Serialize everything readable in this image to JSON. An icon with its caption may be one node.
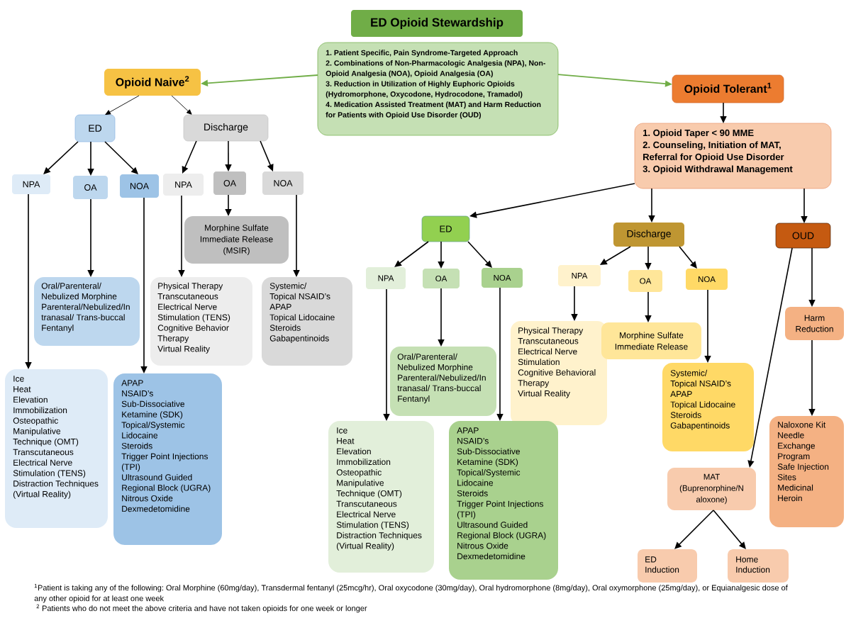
{
  "diagram": {
    "title": "ED Opioid Stewardship",
    "nodes": [
      {
        "text": [
          "1. Patient Specific, Pain Syndrome-Targeted Approach",
          "2. Combinations of Non-Pharmacologic Analgesia (NPA), Non-Opioid Analgesia (NOA), Opioid Analgesia (OA)",
          "3. Reduction in Utilization of Highly Euphoric Opioids (Hydromorphone, Oxycodone, Hydrocodone, Tramadol)",
          "4. Medication Assisted Treatment (MAT) and Harm Reduction for Patients with Opioid Use Disorder (OUD)"
        ]
      },
      {
        "text": [
          "Opioid Naive$^{2}$"
        ]
      },
      {
        "text": [
          "Opioid Tolerant$^{1}$"
        ]
      },
      {
        "text": [
          "ED"
        ]
      },
      {
        "text": [
          "Discharge"
        ]
      },
      {
        "text": [
          "1. Opioid Taper < 90 MME",
          "2. Counseling, Initiation of MAT, Referral for Opioid Use Disorder",
          "3. Opioid Withdrawal Management"
        ]
      },
      {
        "text": [
          "NPA"
        ]
      },
      {
        "text": [
          "OA"
        ]
      },
      {
        "text": [
          "NOA"
        ]
      },
      {
        "text": [
          "NPA"
        ]
      },
      {
        "text": [
          "OA"
        ]
      },
      {
        "text": [
          "NOA"
        ]
      },
      {
        "text": [
          "Morphine Sulfate Immediate Release (MSIR)"
        ]
      },
      {
        "text": [
          "ED"
        ]
      },
      {
        "text": [
          "Discharge"
        ]
      },
      {
        "text": [
          "OUD"
        ]
      },
      {
        "text": [
          "NPA"
        ]
      },
      {
        "text": [
          "OA"
        ]
      },
      {
        "text": [
          "NOA"
        ]
      },
      {
        "text": [
          "NPA"
        ]
      },
      {
        "text": [
          "OA"
        ]
      },
      {
        "text": [
          "NOA"
        ]
      },
      {
        "text": [
          "Oral/Parenteral/ Nebulized Morphine",
          "Parenteral/Nebulized/In tranasal/ Trans-buccal Fentanyl"
        ]
      },
      {
        "text": [
          "Physical Therapy",
          "Transcutaneous Electrical Nerve Stimulation (TENS)",
          "Cognitive Behavior Therapy",
          "Virtual Reality"
        ]
      },
      {
        "text": [
          "Systemic/ Topical NSAID’s",
          "APAP",
          "Topical Lidocaine",
          "Steroids",
          "Gabapentinoids"
        ]
      },
      {
        "text": [
          "Harm Reduction"
        ]
      },
      {
        "text": [
          "Physical Therapy",
          "Transcutaneous Electrical Nerve Stimulation",
          "Cognitive Behavioral Therapy",
          "Virtual Reality"
        ]
      },
      {
        "text": [
          "Morphine Sulfate Immediate Release"
        ]
      },
      {
        "text": [
          "Ice",
          "Heat",
          "Elevation",
          "Immobilization",
          "Osteopathic Manipulative Technique (OMT)",
          "Transcutaneous Electrical Nerve Stimulation (TENS)",
          "Distraction Techniques (Virtual Reality)"
        ]
      },
      {
        "text": [
          "APAP",
          "NSAID’s",
          "Sub-Dissociative Ketamine (SDK)",
          "Topical/Systemic Lidocaine",
          "Steroids",
          "Trigger Point Injections (TPI)",
          "Ultrasound Guided Regional Block (UGRA)",
          "Nitrous Oxide",
          "Dexmedetomidine"
        ]
      },
      {
        "text": [
          "Oral/Parenteral/ Nebulized Morphine",
          "Parenteral/Nebulized/In tranasal/ Trans-buccal Fentanyl"
        ]
      },
      {
        "text": [
          "Systemic/ Topical NSAID’s",
          "APAP",
          "Topical Lidocaine",
          "Steroids",
          "Gabapentinoids"
        ]
      },
      {
        "text": [
          "Naloxone Kit",
          "Needle Exchange Program",
          "Safe Injection Sites",
          "Medicinal Heroin"
        ]
      },
      {
        "text": [
          "Ice",
          "Heat",
          "Elevation",
          "Immobilization",
          "Osteopathic Manipulative Technique (OMT)",
          "Transcutaneous Electrical Nerve Stimulation (TENS)",
          "Distraction Techniques (Virtual Reality)"
        ]
      },
      {
        "text": [
          "APAP",
          "NSAID’s",
          "Sub-Dissociative Ketamine (SDK)",
          "Topical/Systemic Lidocaine",
          "Steroids",
          "Trigger Point Injections (TPI)",
          "Ultrasound Guided Regional Block (UGRA)",
          "Nitrous Oxide",
          "Dexmedetomidine"
        ]
      },
      {
        "text": [
          "MAT (Buprenorphine/N aloxone)"
        ]
      },
      {
        "text": [
          "ED Induction"
        ]
      },
      {
        "text": [
          "Home Induction"
        ]
      }
    ],
    "edges": [
      {
        "from": 0,
        "to": 1,
        "arrow": "to",
        "color": "#70ad47"
      },
      {
        "from": 0,
        "to": 2,
        "arrow": "to",
        "color": "#70ad47"
      },
      {
        "from": 1,
        "to": 3,
        "arrow": "to"
      },
      {
        "from": 1,
        "to": 4,
        "arrow": "to"
      },
      {
        "from": 3,
        "to": 6,
        "arrow": "to"
      },
      {
        "from": 3,
        "to": 7,
        "arrow": "to"
      },
      {
        "from": 3,
        "to": 8,
        "arrow": "to"
      },
      {
        "from": 4,
        "to": 9,
        "arrow": "to"
      },
      {
        "from": 4,
        "to": 10,
        "arrow": "to"
      },
      {
        "from": 4,
        "to": 11,
        "arrow": "to"
      },
      {
        "from": 6,
        "to": 28,
        "arrow": "to"
      },
      {
        "from": 7,
        "to": 22,
        "arrow": "to"
      },
      {
        "from": 8,
        "to": 29,
        "arrow": "to"
      },
      {
        "from": 9,
        "to": 23,
        "arrow": "to"
      },
      {
        "from": 10,
        "to": 12,
        "arrow": "to"
      },
      {
        "from": 11,
        "to": 24,
        "arrow": "to"
      },
      {
        "from": 2,
        "to": 5,
        "arrow": "to"
      },
      {
        "from": 5,
        "to": 13,
        "arrow": "to"
      },
      {
        "from": 5,
        "to": 14,
        "arrow": "to"
      },
      {
        "from": 5,
        "to": 15,
        "arrow": "to"
      },
      {
        "from": 13,
        "to": 16,
        "arrow": "to"
      },
      {
        "from": 13,
        "to": 17,
        "arrow": "to"
      },
      {
        "from": 13,
        "to": 18,
        "arrow": "to"
      },
      {
        "from": 14,
        "to": 19,
        "arrow": "to"
      },
      {
        "from": 14,
        "to": 20,
        "arrow": "to"
      },
      {
        "from": 14,
        "to": 21,
        "arrow": "to"
      },
      {
        "from": 15,
        "to": 25,
        "arrow": "to"
      },
      {
        "from": 15,
        "to": 35,
        "arrow": "to"
      },
      {
        "from": 16,
        "to": 33,
        "arrow": "to"
      },
      {
        "from": 17,
        "to": 30,
        "arrow": "to"
      },
      {
        "from": 18,
        "to": 34,
        "arrow": "to"
      },
      {
        "from": 19,
        "to": 26,
        "arrow": "to"
      },
      {
        "from": 20,
        "to": 27,
        "arrow": "to"
      },
      {
        "from": 21,
        "to": 31,
        "arrow": "to"
      },
      {
        "from": 25,
        "to": 32,
        "arrow": "to"
      },
      {
        "from": 35,
        "to": 36,
        "arrow": "to"
      },
      {
        "from": 35,
        "to": 37,
        "arrow": "to"
      }
    ],
    "labels": [
      "$^{1}$Patient is taking any of the following: Oral Morphine (60mg/day), Transdermal fentanyl (25mcg/hr), Oral oxycodone (30mg/day), Oral hydromorphone (8mg/day), Oral oxymorphone (25mg/day), or Equianalgesic dose of any other opioid for at least one week",
      "$^{2}$ Patients who do not meet the above criteria and have not taken opioids for one week or longer"
    ]
  }
}
